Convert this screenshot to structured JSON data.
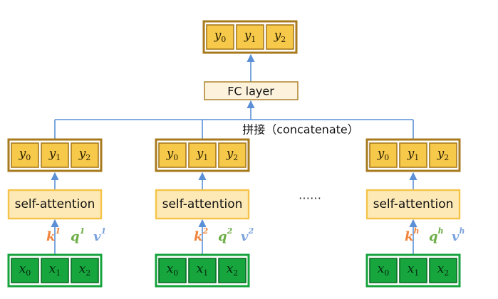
{
  "colors": {
    "line": "#5b8fd6",
    "outBorder": "#a87a1e",
    "outFill": "#f6c94a",
    "saBorder": "#f5c34a",
    "saFill": "#fde9b6",
    "fcFill": "#fdf3dc",
    "fcBorder": "#a87a1e",
    "inBorder": "#15a33c",
    "inFill": "#17a63d",
    "k": "#f0843c",
    "q": "#6cad45",
    "v": "#7aa2dc"
  },
  "top_output": {
    "cells": [
      {
        "base": "y",
        "sub": "0"
      },
      {
        "base": "y",
        "sub": "1"
      },
      {
        "base": "y",
        "sub": "2"
      }
    ]
  },
  "fc_label": "FC layer",
  "concat_label": "拼接（concatenate）",
  "ellipsis": "……",
  "heads": [
    {
      "outputs": [
        {
          "base": "y",
          "sub": "0"
        },
        {
          "base": "y",
          "sub": "1"
        },
        {
          "base": "y",
          "sub": "2"
        }
      ],
      "sa_label": "self-attention",
      "k": "k",
      "q": "q",
      "v": "v",
      "sup": "1",
      "inputs": [
        {
          "base": "x",
          "sub": "0"
        },
        {
          "base": "x",
          "sub": "1"
        },
        {
          "base": "x",
          "sub": "2"
        }
      ]
    },
    {
      "outputs": [
        {
          "base": "y",
          "sub": "0"
        },
        {
          "base": "y",
          "sub": "1"
        },
        {
          "base": "y",
          "sub": "2"
        }
      ],
      "sa_label": "self-attention",
      "k": "k",
      "q": "q",
      "v": "v",
      "sup": "2",
      "inputs": [
        {
          "base": "x",
          "sub": "0"
        },
        {
          "base": "x",
          "sub": "1"
        },
        {
          "base": "x",
          "sub": "2"
        }
      ]
    },
    {
      "outputs": [
        {
          "base": "y",
          "sub": "0"
        },
        {
          "base": "y",
          "sub": "1"
        },
        {
          "base": "y",
          "sub": "2"
        }
      ],
      "sa_label": "self-attention",
      "k": "k",
      "q": "q",
      "v": "v",
      "sup": "h",
      "inputs": [
        {
          "base": "x",
          "sub": "0"
        },
        {
          "base": "x",
          "sub": "1"
        },
        {
          "base": "x",
          "sub": "2"
        }
      ]
    }
  ]
}
